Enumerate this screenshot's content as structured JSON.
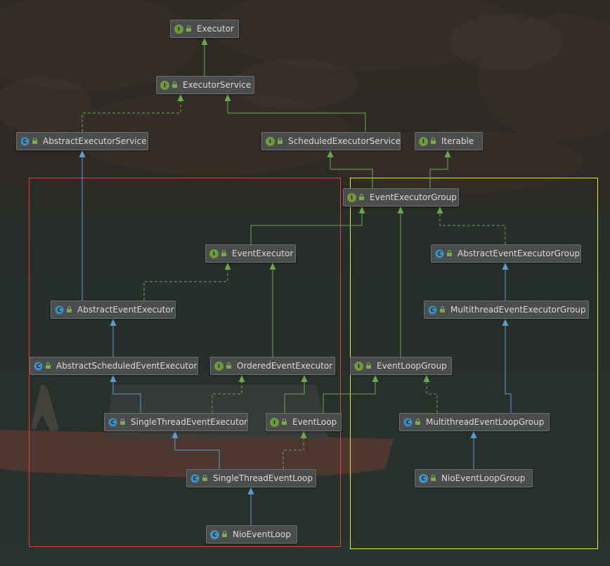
{
  "nodes": [
    {
      "id": "executor",
      "label": "Executor",
      "kind": "interface",
      "badge": "I"
    },
    {
      "id": "executor-service",
      "label": "ExecutorService",
      "kind": "interface",
      "badge": "I"
    },
    {
      "id": "abstract-executor-service",
      "label": "AbstractExecutorService",
      "kind": "abstract",
      "badge": "C"
    },
    {
      "id": "scheduled-executor-service",
      "label": "ScheduledExecutorService",
      "kind": "interface",
      "badge": "I"
    },
    {
      "id": "iterable",
      "label": "Iterable",
      "kind": "interface",
      "badge": "I"
    },
    {
      "id": "event-executor-group",
      "label": "EventExecutorGroup",
      "kind": "interface",
      "badge": "I"
    },
    {
      "id": "event-executor",
      "label": "EventExecutor",
      "kind": "interface",
      "badge": "I"
    },
    {
      "id": "abstract-event-executor-group",
      "label": "AbstractEventExecutorGroup",
      "kind": "abstract",
      "badge": "C"
    },
    {
      "id": "abstract-event-executor",
      "label": "AbstractEventExecutor",
      "kind": "abstract",
      "badge": "C"
    },
    {
      "id": "multithread-event-executor-group",
      "label": "MultithreadEventExecutorGroup",
      "kind": "abstract",
      "badge": "C"
    },
    {
      "id": "abstract-scheduled-event-executor",
      "label": "AbstractScheduledEventExecutor",
      "kind": "abstract",
      "badge": "C"
    },
    {
      "id": "ordered-event-executor",
      "label": "OrderedEventExecutor",
      "kind": "interface",
      "badge": "I"
    },
    {
      "id": "event-loop-group",
      "label": "EventLoopGroup",
      "kind": "interface",
      "badge": "I"
    },
    {
      "id": "single-thread-event-executor",
      "label": "SingleThreadEventExecutor",
      "kind": "abstract",
      "badge": "C"
    },
    {
      "id": "event-loop",
      "label": "EventLoop",
      "kind": "interface",
      "badge": "I"
    },
    {
      "id": "multithread-event-loop-group",
      "label": "MultithreadEventLoopGroup",
      "kind": "abstract",
      "badge": "C"
    },
    {
      "id": "single-thread-event-loop",
      "label": "SingleThreadEventLoop",
      "kind": "abstract",
      "badge": "C"
    },
    {
      "id": "nio-event-loop-group",
      "label": "NioEventLoopGroup",
      "kind": "class",
      "badge": "C"
    },
    {
      "id": "nio-event-loop",
      "label": "NioEventLoop",
      "kind": "class",
      "badge": "C"
    }
  ],
  "edges": [
    {
      "from": "executor-service",
      "to": "executor",
      "type": "extends"
    },
    {
      "from": "abstract-executor-service",
      "to": "executor-service",
      "type": "implements"
    },
    {
      "from": "scheduled-executor-service",
      "to": "executor-service",
      "type": "extends"
    },
    {
      "from": "event-executor-group",
      "to": "scheduled-executor-service",
      "type": "extends"
    },
    {
      "from": "event-executor-group",
      "to": "iterable",
      "type": "extends"
    },
    {
      "from": "event-executor",
      "to": "event-executor-group",
      "type": "extends"
    },
    {
      "from": "abstract-event-executor-group",
      "to": "event-executor-group",
      "type": "implements"
    },
    {
      "from": "abstract-event-executor",
      "to": "abstract-executor-service",
      "type": "class-extends"
    },
    {
      "from": "abstract-event-executor",
      "to": "event-executor",
      "type": "implements"
    },
    {
      "from": "multithread-event-executor-group",
      "to": "abstract-event-executor-group",
      "type": "class-extends"
    },
    {
      "from": "abstract-scheduled-event-executor",
      "to": "abstract-event-executor",
      "type": "class-extends"
    },
    {
      "from": "ordered-event-executor",
      "to": "event-executor",
      "type": "extends"
    },
    {
      "from": "event-loop-group",
      "to": "event-executor-group",
      "type": "extends"
    },
    {
      "from": "single-thread-event-executor",
      "to": "abstract-scheduled-event-executor",
      "type": "class-extends"
    },
    {
      "from": "single-thread-event-executor",
      "to": "ordered-event-executor",
      "type": "implements"
    },
    {
      "from": "event-loop",
      "to": "ordered-event-executor",
      "type": "extends"
    },
    {
      "from": "event-loop",
      "to": "event-loop-group",
      "type": "extends"
    },
    {
      "from": "multithread-event-loop-group",
      "to": "event-loop-group",
      "type": "implements"
    },
    {
      "from": "multithread-event-loop-group",
      "to": "multithread-event-executor-group",
      "type": "class-extends"
    },
    {
      "from": "single-thread-event-loop",
      "to": "single-thread-event-executor",
      "type": "class-extends"
    },
    {
      "from": "single-thread-event-loop",
      "to": "event-loop",
      "type": "implements"
    },
    {
      "from": "nio-event-loop-group",
      "to": "multithread-event-loop-group",
      "type": "class-extends"
    },
    {
      "from": "nio-event-loop",
      "to": "single-thread-event-loop",
      "type": "class-extends"
    }
  ],
  "regions": [
    {
      "id": "red-group",
      "color": "#e0403a"
    },
    {
      "id": "yellow-group",
      "color": "#e8e838"
    }
  ],
  "colors": {
    "interface_edge": "#6aa84f",
    "class_edge": "#5b9bd5",
    "node_bg": "#4b4d4c",
    "node_border": "#6f7170",
    "text": "#d9d9d9"
  }
}
